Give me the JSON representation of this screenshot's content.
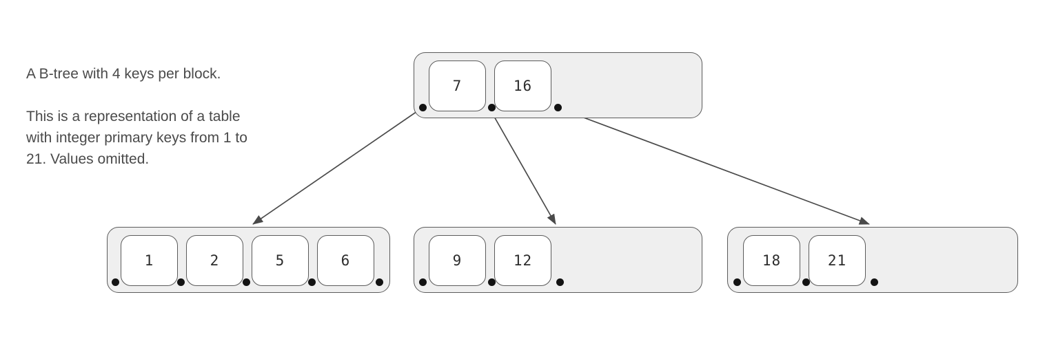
{
  "caption": {
    "line1": "A B-tree with 4 keys per block.",
    "line2": "This is a representation of a table",
    "line3": "with integer primary keys from 1 to",
    "line4": "21. Values omitted."
  },
  "colors": {
    "node_fill": "#efefef",
    "node_stroke": "#5a5a5a",
    "cell_fill": "#ffffff",
    "cell_stroke": "#5a5a5a",
    "pointer_dot": "#131313",
    "edge_stroke": "#4a4a4a",
    "text": "#4a4a4a",
    "page_background": "#ffffff"
  },
  "tree": {
    "keys_per_block": 4,
    "key_range_min": 1,
    "key_range_max": 21,
    "root": {
      "id": "root-node",
      "keys": [
        "7",
        "16"
      ],
      "pointer_count": 3
    },
    "leaves": [
      {
        "id": "leaf-node-1",
        "keys": [
          "1",
          "2",
          "5",
          "6"
        ],
        "pointer_count": 5
      },
      {
        "id": "leaf-node-2",
        "keys": [
          "9",
          "12"
        ],
        "pointer_count": 3
      },
      {
        "id": "leaf-node-3",
        "keys": [
          "18",
          "21"
        ],
        "pointer_count": 3
      }
    ],
    "edges": [
      {
        "id": "edge-root-to-leaf-1",
        "from": "root pointer 1",
        "to": "leaf-node-1"
      },
      {
        "id": "edge-root-to-leaf-2",
        "from": "root pointer 2",
        "to": "leaf-node-2"
      },
      {
        "id": "edge-root-to-leaf-3",
        "from": "root pointer 3",
        "to": "leaf-node-3"
      }
    ]
  }
}
